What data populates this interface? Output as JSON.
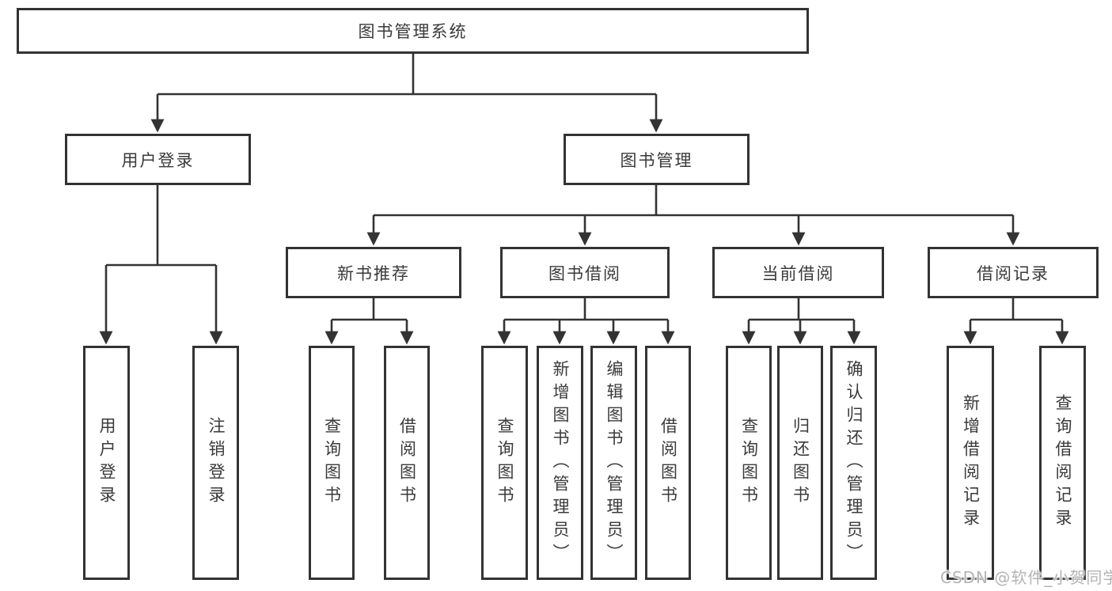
{
  "diagram": {
    "title": "图书管理系统",
    "children": [
      {
        "label": "用户登录",
        "children": [
          {
            "label": "用户登录"
          },
          {
            "label": "注销登录"
          }
        ]
      },
      {
        "label": "图书管理",
        "children": [
          {
            "label": "新书推荐",
            "children": [
              {
                "label": "查询图书"
              },
              {
                "label": "借阅图书"
              }
            ]
          },
          {
            "label": "图书借阅",
            "children": [
              {
                "label": "查询图书"
              },
              {
                "label": "新增图书（管理员）"
              },
              {
                "label": "编辑图书（管理员）"
              },
              {
                "label": "借阅图书"
              }
            ]
          },
          {
            "label": "当前借阅",
            "children": [
              {
                "label": "查询图书"
              },
              {
                "label": "归还图书"
              },
              {
                "label": "确认归还（管理员）"
              }
            ]
          },
          {
            "label": "借阅记录",
            "children": [
              {
                "label": "新增借阅记录"
              },
              {
                "label": "查询借阅记录"
              }
            ]
          }
        ]
      }
    ]
  },
  "watermark": {
    "text": "CSDN @软件_小贺同学"
  },
  "colors": {
    "line": "#333333",
    "text": "#3a3a3a",
    "watermark": "#b3b3b3",
    "background": "#ffffff"
  }
}
